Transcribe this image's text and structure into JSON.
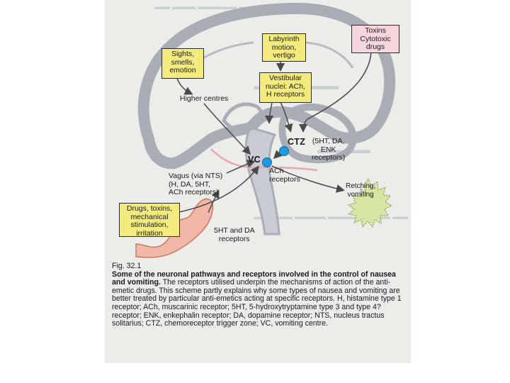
{
  "diagram": {
    "boxes": {
      "sights": "Sights,\nsmells,\nemotion",
      "labyrinth": "Labyrinth\nmotion,\nvertigo",
      "toxins": "Toxins\nCytotoxic\ndrugs",
      "vestibular": "Vestibular\nnuclei: ACh,\nH receptors",
      "drugs": "Drugs, toxins,\nmechanical\nstimulation,\nirritation",
      "retching": "Retching,\nvomiting"
    },
    "labels": {
      "higher_centres": "Higher centres",
      "ctz_receptors": "(5HT, DA,\nENK\nreceptors)",
      "ctz": "CTZ",
      "vc": "VC",
      "ach_receptors": "ACh\nreceptors",
      "vagus": "Vagus (via NTS)\n(H, DA, 5HT,\nACh receptors)",
      "gut_receptors": "5HT and DA\nreceptors"
    },
    "colors": {
      "brain": "#a9aeb6",
      "yellow_box": "#f3eb7e",
      "pink_box": "#f6d6dc",
      "green_burst": "#d5e6a3",
      "stomach": "#f2b7a6",
      "nucleus_dot": "#1e9be0"
    }
  },
  "caption": {
    "fig": "Fig. 32.1",
    "title": "Some of the neuronal pathways and receptors involved in the control of nausea and vomiting.",
    "body": "The receptors utilised underpin the mechanisms of action of the anti-emetic drugs. This scheme partly explains why some types of nausea and vomiting are better treated by particular anti-emetics acting at specific receptors. H, histamine type 1 receptor; ACh, muscarinic receptor; 5HT, 5-hydroxytryptamine type 3 and type 4? receptor; ENK, enkephalin receptor; DA, dopamine receptor; NTS, nucleus tractus solitarius; CTZ, chemoreceptor trigger zone; VC, vomiting centre."
  }
}
